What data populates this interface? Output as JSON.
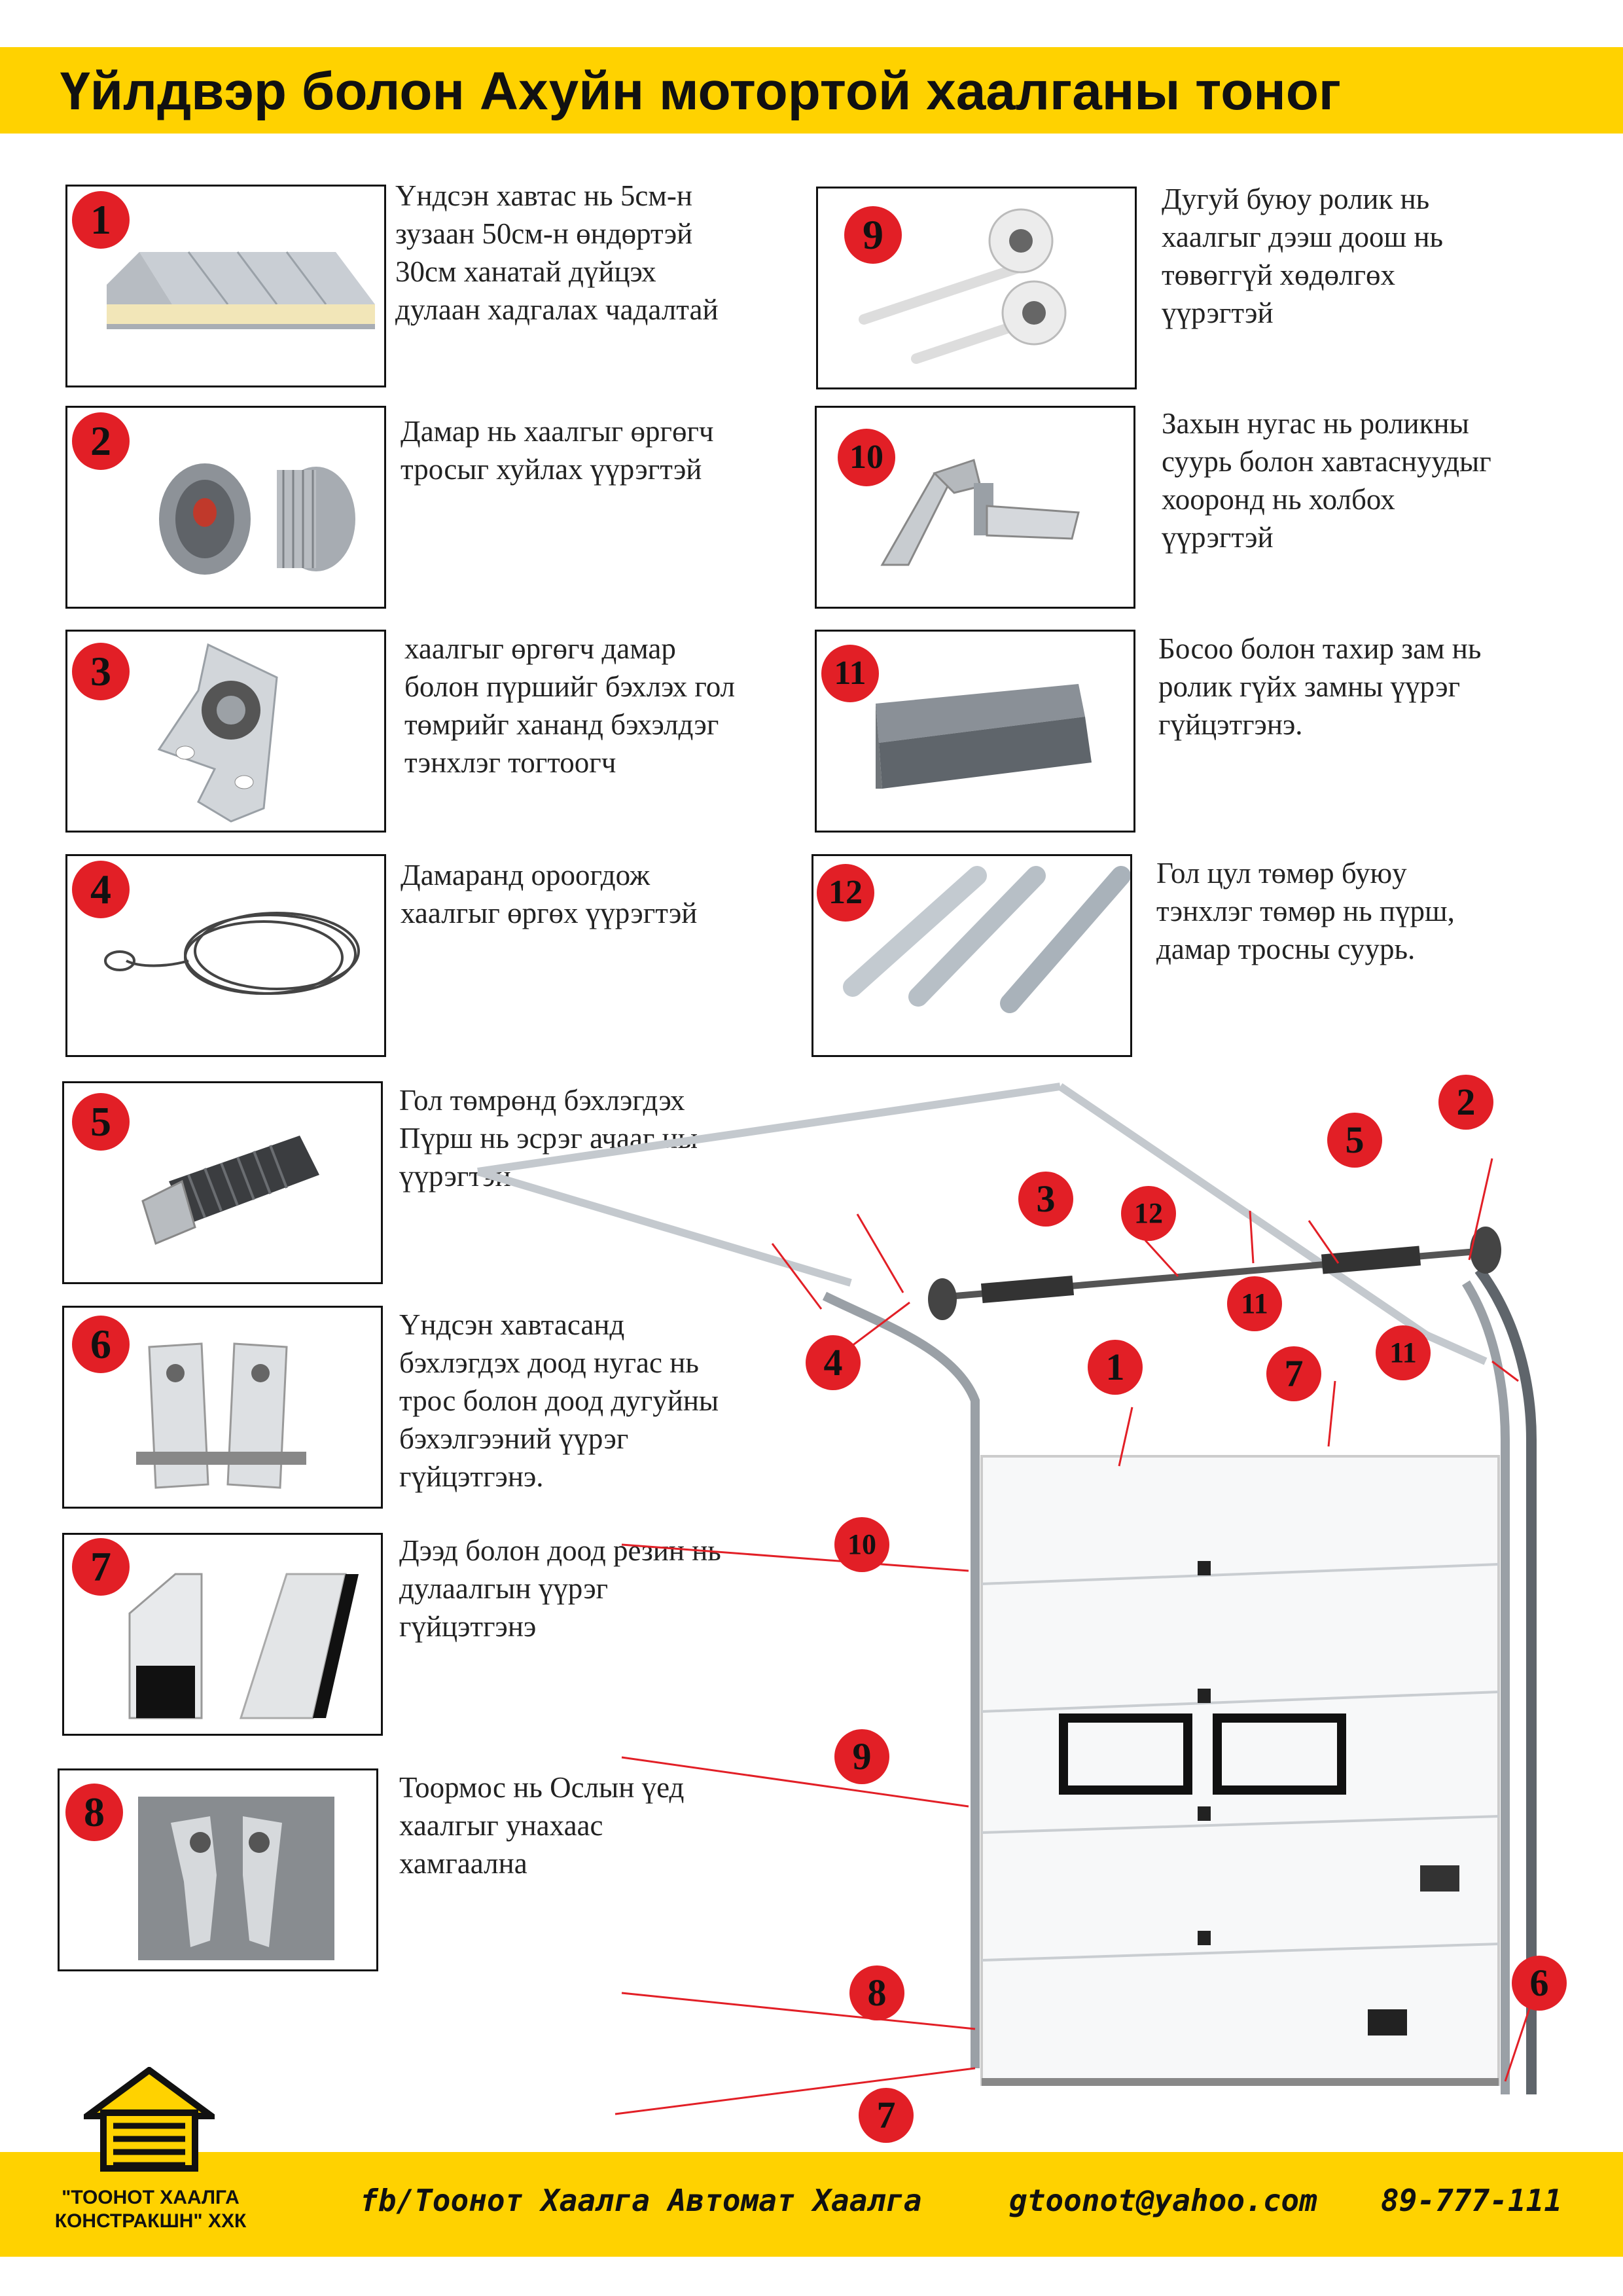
{
  "title": "Үйлдвэр болон Ахуйн мотортой хаалганы тоног",
  "items": [
    {
      "num": "1",
      "lines": [
        "Үндсэн хавтас нь 5см-н",
        "зузаан 50см-н өндөртэй",
        "30см ханатай дүйцэх",
        "дулаан хадгалах чадалтай"
      ]
    },
    {
      "num": "2",
      "lines": [
        "Дамар нь хаалгыг өргөгч",
        "тросыг хуйлах үүрэгтэй"
      ]
    },
    {
      "num": "3",
      "lines": [
        "хаалгыг өргөгч дамар",
        "болон пүршийг бэхлэх гол",
        "төмрийг хананд бэхэлдэг",
        "тэнхлэг тогтоогч"
      ]
    },
    {
      "num": "4",
      "lines": [
        "Дамаранд ороогдож",
        "хаалгыг өргөх үүрэгтэй"
      ]
    },
    {
      "num": "5",
      "lines": [
        "Гол төмрөнд бэхлэгдэх",
        "Пүрш нь эсрэг ачааг ны",
        "үүрэгтэй"
      ]
    },
    {
      "num": "6",
      "lines": [
        "Үндсэн хавтасанд",
        "бэхлэгдэх доод нугас нь",
        "трос болон доод дугуйны",
        "бэхэлгээний үүрэг",
        "гүйцэтгэнэ."
      ]
    },
    {
      "num": "7",
      "lines": [
        "Дээд болон доод резин нь",
        "дулаалгын үүрэг",
        "гүйцэтгэнэ"
      ]
    },
    {
      "num": "8",
      "lines": [
        "Тоормос нь Ослын үед",
        "хаалгыг унахаас",
        "хамгаална"
      ]
    },
    {
      "num": "9",
      "lines": [
        "Дугуй буюу ролик нь",
        "хаалгыг дээш доош нь",
        "төвөггүй хөдөлгөх",
        "үүрэгтэй"
      ]
    },
    {
      "num": "10",
      "lines": [
        "Захын нугас нь роликны",
        "суурь болон хавтаснуудыг",
        "хооронд нь холбох",
        "үүрэгтэй"
      ]
    },
    {
      "num": "11",
      "lines": [
        "Босоо болон тахир зам нь",
        "ролик гүйх замны үүрэг",
        "гүйцэтгэнэ."
      ]
    },
    {
      "num": "12",
      "lines": [
        "Гол цул төмөр буюу",
        "тэнхлэг төмөр нь пүрш,",
        "дамар тросны суурь."
      ]
    }
  ],
  "diagram_callouts": [
    "2",
    "5",
    "3",
    "12",
    "11",
    "4",
    "1",
    "7",
    "11",
    "10",
    "9",
    "8",
    "6",
    "7"
  ],
  "footer": {
    "company": "\"ТООНОТ ХААЛГА КОНСТРАКШН\" ХХК",
    "company_line1": "\"ТООНОТ ХААЛГА",
    "company_line2": "КОНСТРАКШН\" ХХК",
    "facebook": "fb/Тоонот Хаалга Автомат Хаалга",
    "email": "gtoonot@yahoo.com",
    "phone": "89-777-111"
  },
  "colors": {
    "accent_yellow": "#FFD200",
    "badge_red": "#E21F26"
  }
}
